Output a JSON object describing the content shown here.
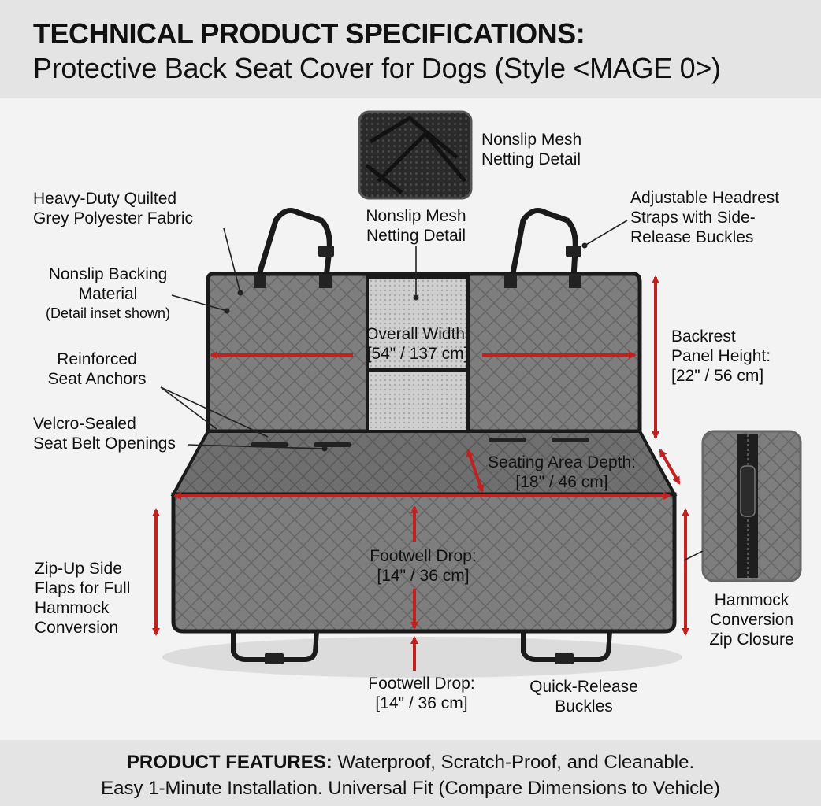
{
  "header": {
    "title": "TECHNICAL PRODUCT SPECIFICATIONS:",
    "subtitle": "Protective Back Seat Cover for Dogs (Style <MAGE 0>)"
  },
  "callouts": {
    "mesh_inset": [
      "Nonslip Mesh",
      "Netting Detail"
    ],
    "mesh_panel": [
      "Nonslip Mesh",
      "Netting Detail"
    ],
    "fabric": [
      "Heavy-Duty Quilted",
      "Grey Polyester Fabric"
    ],
    "backing": [
      "Nonslip Backing",
      "Material",
      "(Detail inset shown)"
    ],
    "anchors": [
      "Reinforced",
      "Seat Anchors"
    ],
    "velcro": [
      "Velcro-Sealed",
      "Seat Belt Openings"
    ],
    "headrest": [
      "Adjustable Headrest",
      "Straps with Side-",
      "Release Buckles"
    ],
    "side_flaps": [
      "Zip-Up Side",
      "Flaps for Full",
      "Hammock",
      "Conversion"
    ],
    "zip": [
      "Hammock",
      "Conversion",
      "Zip Closure"
    ],
    "quick_release": [
      "Quick-Release",
      "Buckles"
    ]
  },
  "dimensions": {
    "overall_width": [
      "Overall Width:",
      "[54\" / 137 cm]"
    ],
    "backrest_height": [
      "Backrest",
      "Panel Height:",
      "[22\" / 56 cm]"
    ],
    "seating_depth": [
      "Seating Area Depth:",
      "[18\" / 46 cm]"
    ],
    "footwell_drop": [
      "Footwell Drop:",
      "[14\" / 36 cm]"
    ],
    "footwell_drop_bottom": [
      "Footwell Drop:",
      "[14\" / 36 cm]"
    ]
  },
  "footer": {
    "line1_bold": "PRODUCT FEATURES:",
    "line1_rest": " Waterproof, Scratch-Proof, and Cleanable.",
    "line2": "Easy 1-Minute Installation. Universal Fit (Compare Dimensions to Vehicle)"
  },
  "colors": {
    "fabric": "#7b7b7b",
    "arrow": "#c42020",
    "trim": "#1a1a1a"
  }
}
